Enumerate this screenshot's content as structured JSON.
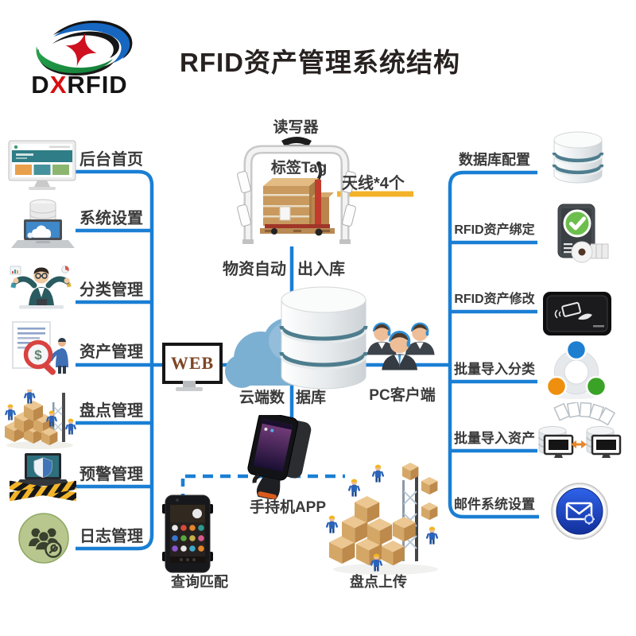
{
  "title": "RFID资产管理系统结构",
  "logo": {
    "brand_prefix": "D",
    "brand_x": "X",
    "brand_suffix": "RFID"
  },
  "left_menu": {
    "items": [
      {
        "label": "后台首页",
        "icon": "dashboard-monitor-icon"
      },
      {
        "label": "系统设置",
        "icon": "laptop-database-icon"
      },
      {
        "label": "分类管理",
        "icon": "category-person-icon"
      },
      {
        "label": "资产管理",
        "icon": "asset-magnifier-icon",
        "badge": "$"
      },
      {
        "label": "盘点管理",
        "icon": "inventory-boxes-icon"
      },
      {
        "label": "预警管理",
        "icon": "alert-shield-laptop-icon"
      },
      {
        "label": "日志管理",
        "icon": "log-users-icon"
      }
    ]
  },
  "right_menu": {
    "items": [
      {
        "label": "数据库配置",
        "icon": "database-icon"
      },
      {
        "label": "RFID资产绑定",
        "icon": "phone-check-label-icon"
      },
      {
        "label": "RFID资产修改",
        "icon": "desktop-rfid-reader-icon"
      },
      {
        "label": "批量导入分类",
        "icon": "cycle-balls-icon"
      },
      {
        "label": "批量导入资产",
        "icon": "db-sync-monitors-icon"
      },
      {
        "label": "邮件系统设置",
        "icon": "mail-button-icon"
      }
    ]
  },
  "center": {
    "reader_label": "读写器",
    "tag_label": "标签Tag",
    "antenna_label": "天线*4个",
    "material_auto_label": "物资自动",
    "in_out_label": "出入库",
    "web_label": "WEB",
    "cloud_db_left": "云端数",
    "cloud_db_right": "据库",
    "pc_client_label": "PC客户端"
  },
  "bottom": {
    "handheld_label": "手持机APP",
    "query_match_label": "查询匹配",
    "inventory_upload_label": "盘点上传"
  },
  "colors": {
    "line_blue": "#1a7fd4",
    "antenna_yellow": "#f3b229",
    "title_color": "#272220",
    "web_text_brown": "#7d4526",
    "cycle_blue": "#1e7fd0",
    "cycle_orange": "#ef8f0e",
    "cycle_green": "#3aa226"
  }
}
